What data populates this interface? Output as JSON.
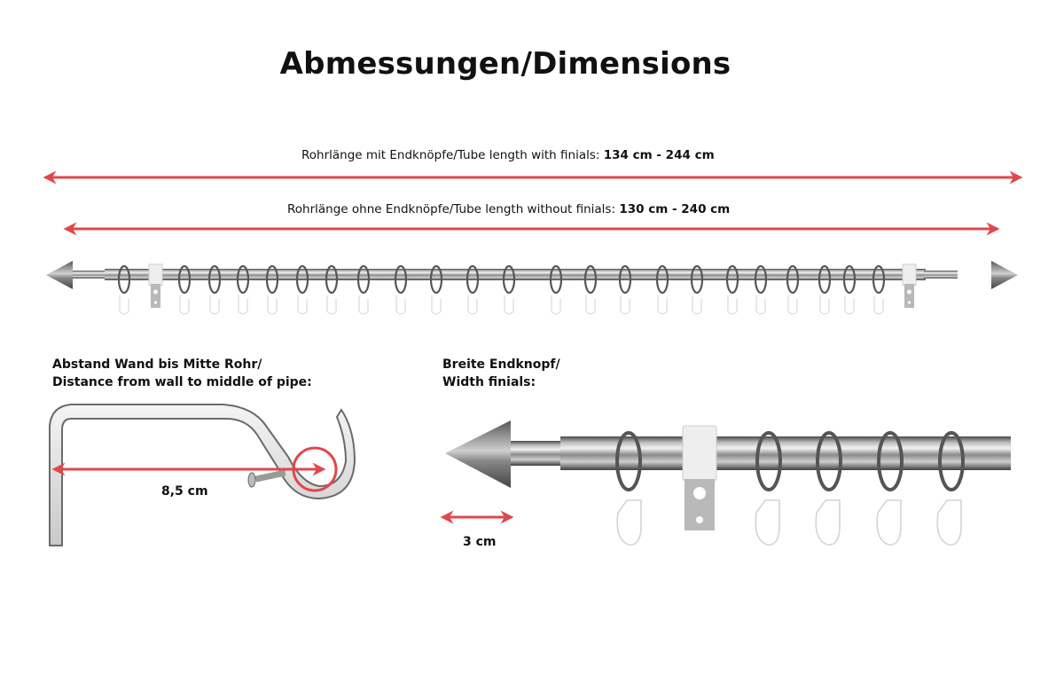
{
  "title": "Abmessungen/Dimensions",
  "dimensions": {
    "with_finials": {
      "label": "Rohrlänge mit Endknöpfe/Tube length with finials:",
      "value": "134 cm - 244 cm"
    },
    "without_finials": {
      "label": "Rohrlänge ohne Endknöpfe/Tube length without finials:",
      "value": "130 cm - 240 cm"
    }
  },
  "wall_distance": {
    "label_line1": "Abstand Wand bis Mitte Rohr/",
    "label_line2": "Distance from wall to middle of pipe:",
    "value": "8,5 cm"
  },
  "finial_width": {
    "label_line1": "Breite Endknopf/",
    "label_line2": "Width finials:",
    "value": "3 cm"
  },
  "colors": {
    "arrow_red": "#e0474c",
    "metal_dark": "#5c5c5c",
    "metal_light": "#d6d6d6"
  },
  "rod": {
    "ring_count": 23,
    "bracket_count": 2
  }
}
